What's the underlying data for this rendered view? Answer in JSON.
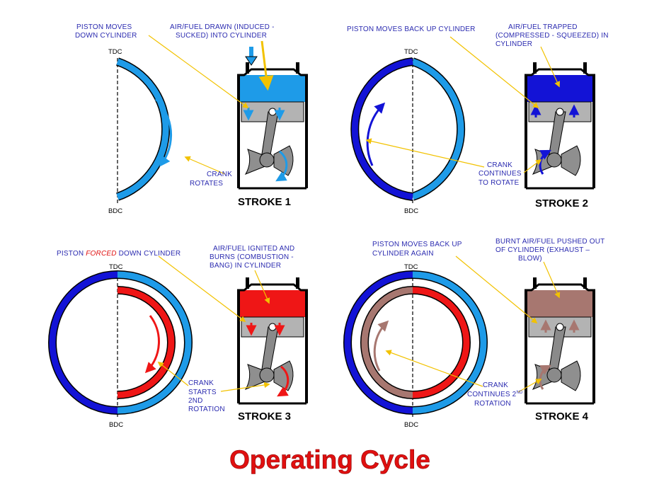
{
  "title": "Operating Cycle",
  "colors": {
    "intake": "#1e9be8",
    "compression": "#1313d6",
    "combustion": "#ef1616",
    "exhaust": "#a77770",
    "label": "#2b2bb0",
    "title": "#e01010",
    "callout": "#f2c200",
    "piston": "#b3b3b3",
    "rod": "#8a8a8a",
    "cylinder_line": "#000000"
  },
  "dial_labels": {
    "top": "TDC",
    "bottom": "BDC"
  },
  "panels": [
    {
      "stroke_label": "STROKE 1",
      "gas_color": "intake",
      "notes": {
        "piston": [
          "PISTON MOVES",
          "DOWN CYLINDER"
        ],
        "gas": [
          "AIR/FUEL DRAWN (INDUCED -",
          "SUCKED) INTO CYLINDER"
        ],
        "crank": [
          "CRANK",
          "ROTATES"
        ]
      }
    },
    {
      "stroke_label": "STROKE 2",
      "gas_color": "compression",
      "notes": {
        "piston": [
          "PISTON MOVES BACK UP CYLINDER"
        ],
        "gas": [
          "AIR/FUEL TRAPPED",
          "(COMPRESSED - SQUEEZED) IN",
          "CYLINDER"
        ],
        "crank": [
          "CRANK",
          "CONTINUES",
          "TO ROTATE"
        ]
      }
    },
    {
      "stroke_label": "STROKE 3",
      "gas_color": "combustion",
      "notes": {
        "piston_prefix": "PISTON ",
        "piston_em": "FORCED",
        "piston_suffix": " DOWN CYLINDER",
        "gas": [
          "AIR/FUEL IGNITED AND",
          "BURNS (COMBUSTION -",
          "BANG) IN CYLINDER"
        ],
        "crank": [
          "CRANK",
          "STARTS",
          "2ND",
          "ROTATION"
        ]
      }
    },
    {
      "stroke_label": "STROKE 4",
      "gas_color": "exhaust",
      "notes": {
        "piston": [
          "PISTON MOVES BACK UP",
          "CYLINDER AGAIN"
        ],
        "gas": [
          "BURNT AIR/FUEL PUSHED OUT",
          "OF CYLINDER (EXHAUST –",
          "BLOW)"
        ],
        "crank_1": "CRANK",
        "crank_2": "CONTINUES 2",
        "crank_2_sup": "ND",
        "crank_3": "ROTATION"
      }
    }
  ]
}
